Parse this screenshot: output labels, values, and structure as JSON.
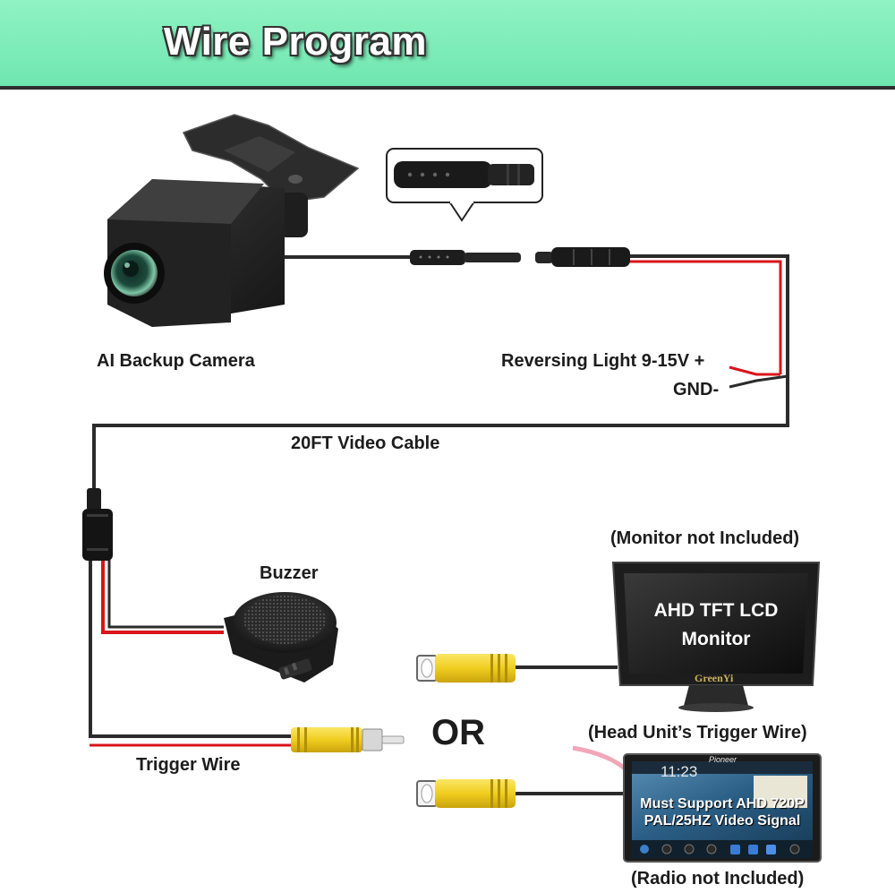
{
  "title": "Wire Program",
  "labels": {
    "camera": "AI Backup Camera",
    "reversing_light": "Reversing Light 9-15V +",
    "gnd": "GND-",
    "video_cable": "20FT Video Cable",
    "buzzer": "Buzzer",
    "trigger_wire": "Trigger Wire",
    "or": "OR",
    "monitor_note": "(Monitor not Included)",
    "head_unit_trigger": "(Head Unit’s Trigger Wire)",
    "radio_note": "(Radio not Included)"
  },
  "monitor": {
    "line1": "AHD TFT LCD",
    "line2": "Monitor",
    "brand": "GreenYi"
  },
  "radio": {
    "brand": "Pioneer",
    "time": "11:23",
    "line1": "Must Support AHD 720P",
    "line2": "PAL/25HZ Video Signal"
  },
  "colors": {
    "banner": "#7debb8",
    "wire_black": "#2b2b2b",
    "wire_red": "#d9141b",
    "rca_yellow": "#f2d22e"
  }
}
